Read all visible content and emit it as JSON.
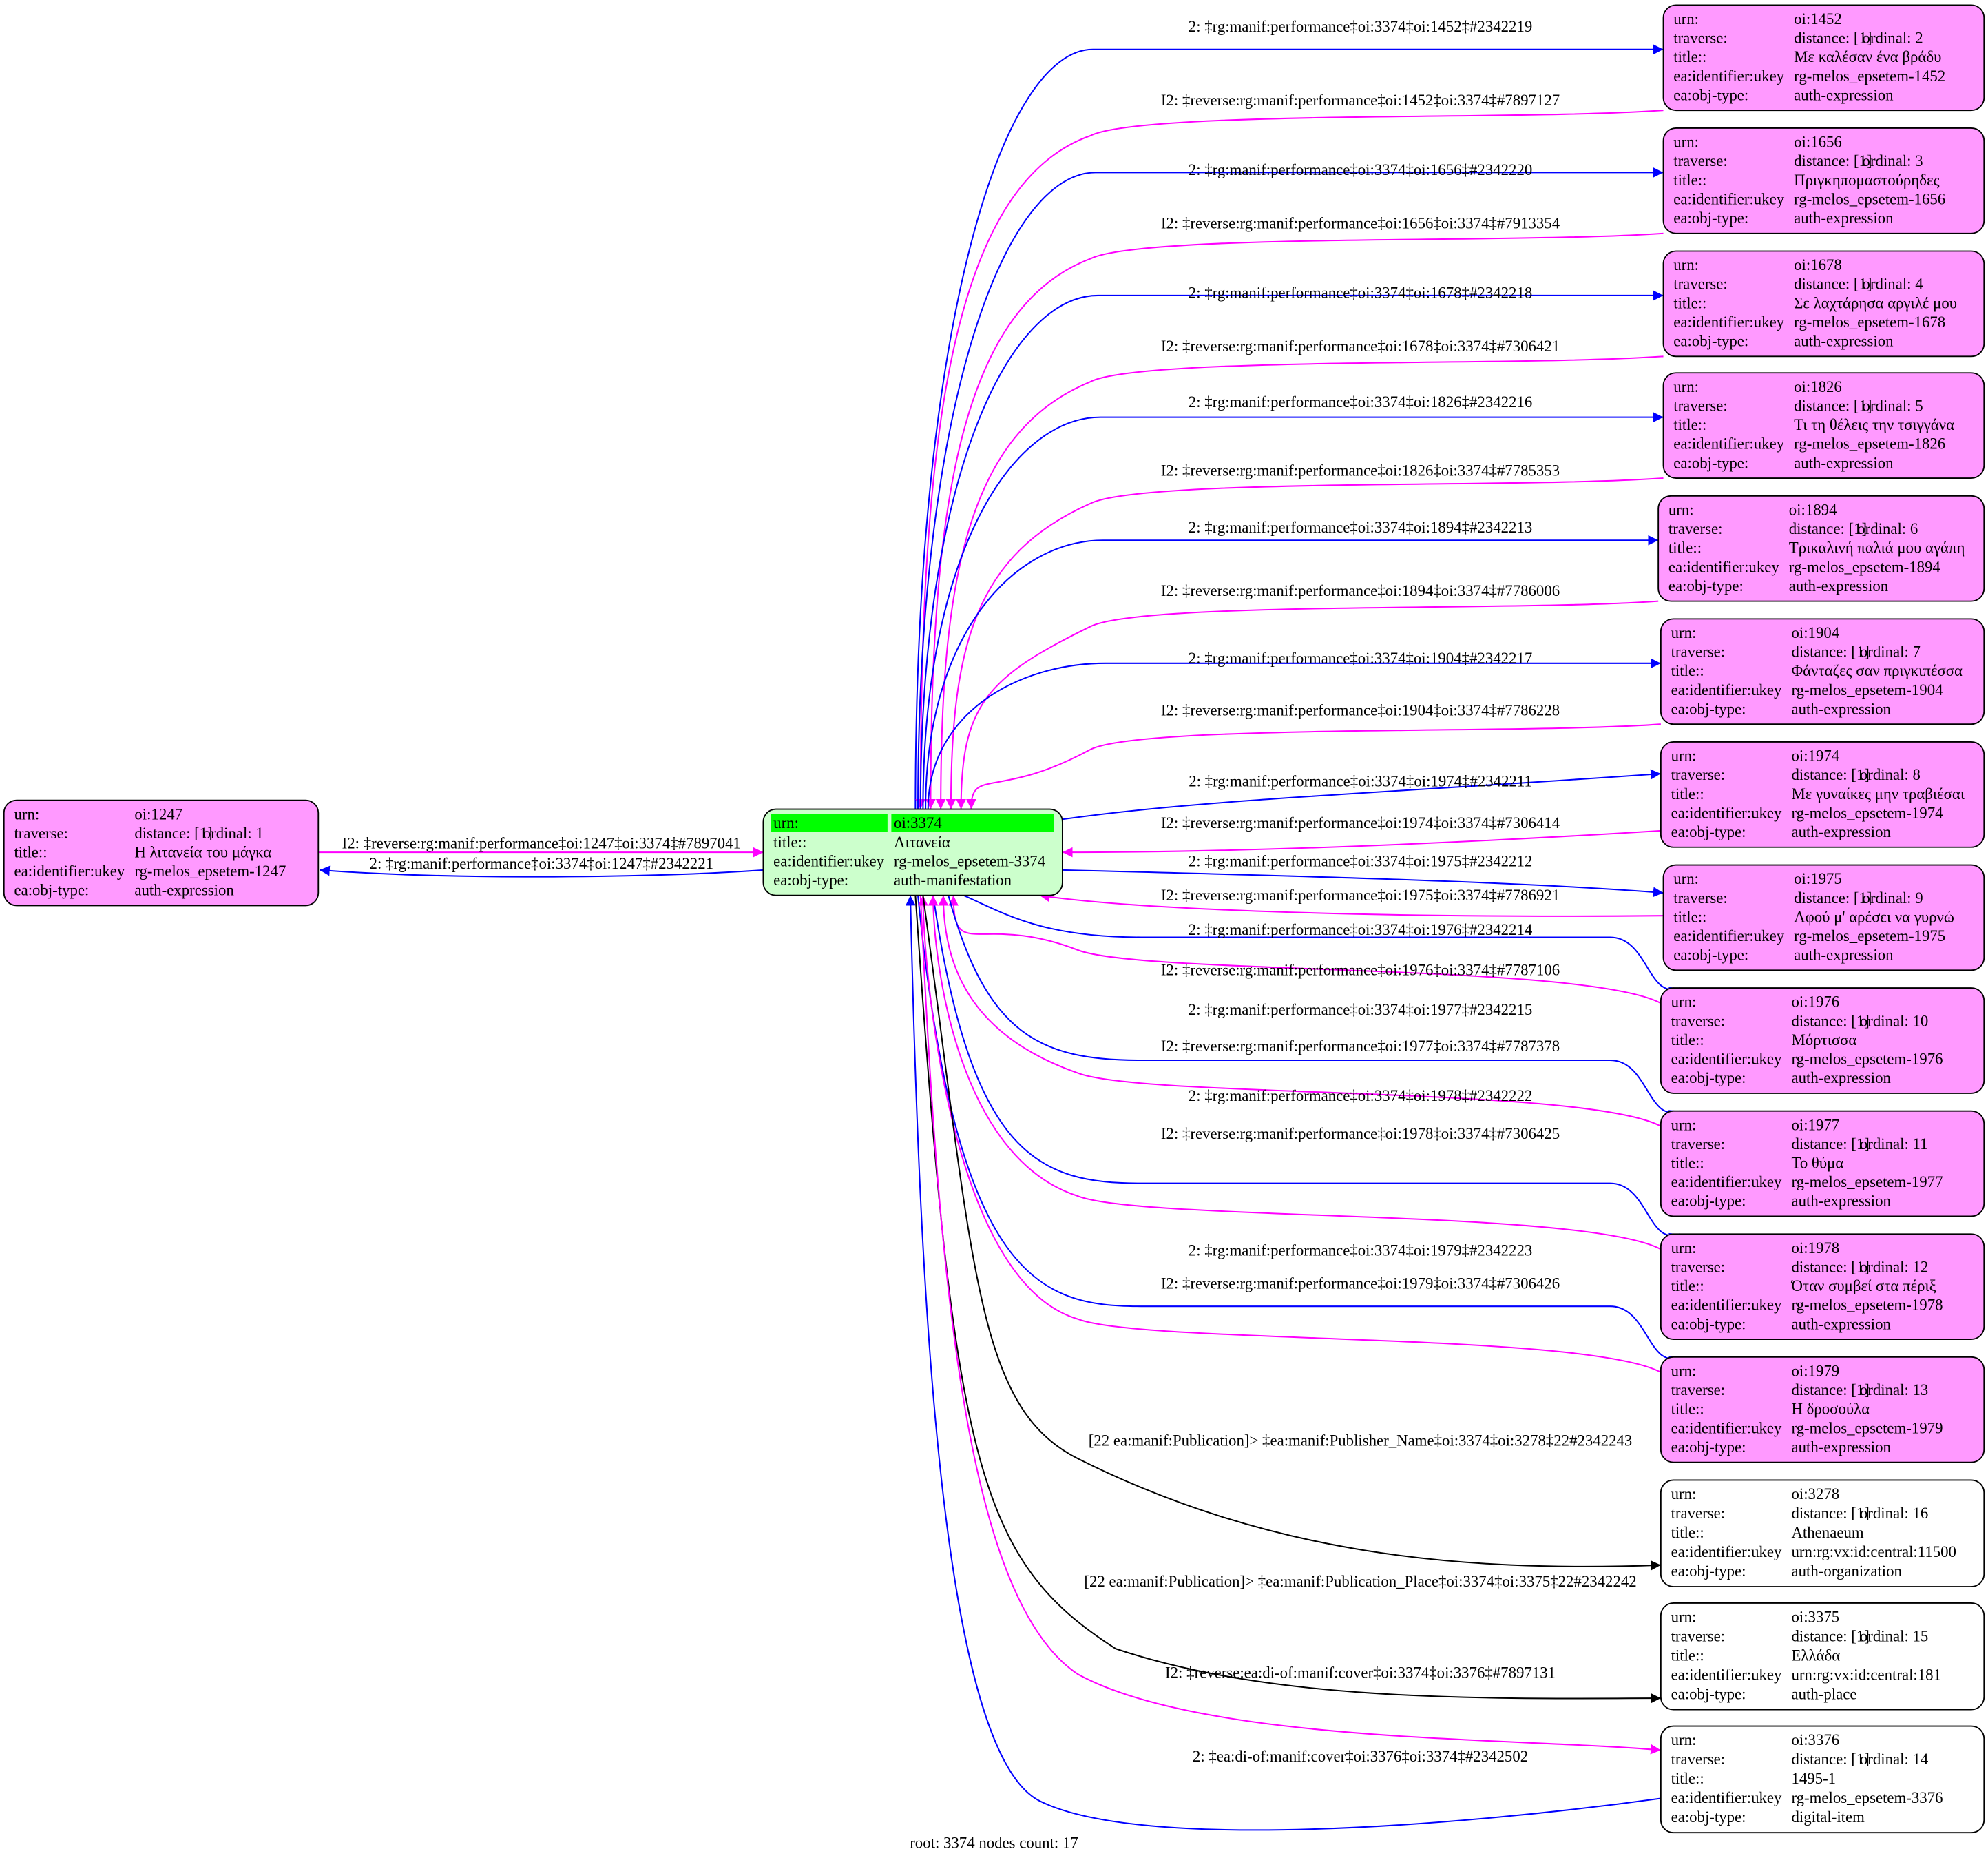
{
  "colors": {
    "expression_fill": "#ff99ff",
    "manifestation_fill": "#ccffcc",
    "root_highlight": "#00ff00",
    "plain_fill": "#ffffff",
    "forward_edge": "#0000ff",
    "reverse_edge": "#ff00ff",
    "publication_edge": "#000000"
  },
  "row_labels": {
    "urn": "urn:",
    "traverse": "traverse:",
    "title": "title::",
    "ukey": "ea:identifier:ukey",
    "obj_type": "ea:obj-type:"
  },
  "root": {
    "urn": "oi:3374",
    "title": "Λιτανεία",
    "ukey": "rg-melos_epsetem-3374",
    "obj_type": "auth-manifestation"
  },
  "nodes": [
    {
      "id": "1247",
      "urn": "oi:1247",
      "distance": "distance: [1]",
      "ordinal": "ordinal: 1",
      "title": "Η λιτανεία του μάγκα",
      "ukey": "rg-melos_epsetem-1247",
      "obj_type": "auth-expression",
      "kind": "expression"
    },
    {
      "id": "1452",
      "urn": "oi:1452",
      "distance": "distance: [1]",
      "ordinal": "ordinal: 2",
      "title": "Με καλέσαν ένα βράδυ",
      "ukey": "rg-melos_epsetem-1452",
      "obj_type": "auth-expression",
      "kind": "expression"
    },
    {
      "id": "1656",
      "urn": "oi:1656",
      "distance": "distance: [1]",
      "ordinal": "ordinal: 3",
      "title": "Πριγκηπομαστούρηδες",
      "ukey": "rg-melos_epsetem-1656",
      "obj_type": "auth-expression",
      "kind": "expression"
    },
    {
      "id": "1678",
      "urn": "oi:1678",
      "distance": "distance: [1]",
      "ordinal": "ordinal: 4",
      "title": "Σε λαχτάρησα αργιλέ μου",
      "ukey": "rg-melos_epsetem-1678",
      "obj_type": "auth-expression",
      "kind": "expression"
    },
    {
      "id": "1826",
      "urn": "oi:1826",
      "distance": "distance: [1]",
      "ordinal": "ordinal: 5",
      "title": "Τι τη θέλεις την τσιγγάνα",
      "ukey": "rg-melos_epsetem-1826",
      "obj_type": "auth-expression",
      "kind": "expression"
    },
    {
      "id": "1894",
      "urn": "oi:1894",
      "distance": "distance: [1]",
      "ordinal": "ordinal: 6",
      "title": "Τρικαλινή παλιά μου αγάπη",
      "ukey": "rg-melos_epsetem-1894",
      "obj_type": "auth-expression",
      "kind": "expression"
    },
    {
      "id": "1904",
      "urn": "oi:1904",
      "distance": "distance: [1]",
      "ordinal": "ordinal: 7",
      "title": "Φάνταζες σαν πριγκιπέσσα",
      "ukey": "rg-melos_epsetem-1904",
      "obj_type": "auth-expression",
      "kind": "expression"
    },
    {
      "id": "1974",
      "urn": "oi:1974",
      "distance": "distance: [1]",
      "ordinal": "ordinal: 8",
      "title": "Με γυναίκες μην τραβιέσαι",
      "ukey": "rg-melos_epsetem-1974",
      "obj_type": "auth-expression",
      "kind": "expression"
    },
    {
      "id": "1975",
      "urn": "oi:1975",
      "distance": "distance: [1]",
      "ordinal": "ordinal: 9",
      "title": "Αφού μ' αρέσει να γυρνώ",
      "ukey": "rg-melos_epsetem-1975",
      "obj_type": "auth-expression",
      "kind": "expression"
    },
    {
      "id": "1976",
      "urn": "oi:1976",
      "distance": "distance: [1]",
      "ordinal": "ordinal: 10",
      "title": "Μόρτισσα",
      "ukey": "rg-melos_epsetem-1976",
      "obj_type": "auth-expression",
      "kind": "expression"
    },
    {
      "id": "1977",
      "urn": "oi:1977",
      "distance": "distance: [1]",
      "ordinal": "ordinal: 11",
      "title": "Το θύμα",
      "ukey": "rg-melos_epsetem-1977",
      "obj_type": "auth-expression",
      "kind": "expression"
    },
    {
      "id": "1978",
      "urn": "oi:1978",
      "distance": "distance: [1]",
      "ordinal": "ordinal: 12",
      "title": "Όταν συμβεί στα πέριξ",
      "ukey": "rg-melos_epsetem-1978",
      "obj_type": "auth-expression",
      "kind": "expression"
    },
    {
      "id": "1979",
      "urn": "oi:1979",
      "distance": "distance: [1]",
      "ordinal": "ordinal: 13",
      "title": "Η δροσούλα",
      "ukey": "rg-melos_epsetem-1979",
      "obj_type": "auth-expression",
      "kind": "expression"
    },
    {
      "id": "3278",
      "urn": "oi:3278",
      "distance": "distance: [1]",
      "ordinal": "ordinal: 16",
      "title": "Athenaeum",
      "ukey": "urn:rg:vx:id:central:11500",
      "obj_type": "auth-organization",
      "kind": "plain"
    },
    {
      "id": "3375",
      "urn": "oi:3375",
      "distance": "distance: [1]",
      "ordinal": "ordinal: 15",
      "title": "Ελλάδα",
      "ukey": "urn:rg:vx:id:central:181",
      "obj_type": "auth-place",
      "kind": "plain"
    },
    {
      "id": "3376",
      "urn": "oi:3376",
      "distance": "distance: [1]",
      "ordinal": "ordinal: 14",
      "title": "1495-1",
      "ukey": "rg-melos_epsetem-3376",
      "obj_type": "digital-item",
      "kind": "plain"
    }
  ],
  "edges": [
    {
      "node": "1247",
      "kind": "reverse",
      "label": "I2: ‡reverse:rg:manif:performance‡oi:1247‡oi:3374‡#7897041"
    },
    {
      "node": "1247",
      "kind": "forward",
      "label": "2: ‡rg:manif:performance‡oi:3374‡oi:1247‡#2342221"
    },
    {
      "node": "1452",
      "kind": "forward",
      "label": "2: ‡rg:manif:performance‡oi:3374‡oi:1452‡#2342219"
    },
    {
      "node": "1452",
      "kind": "reverse",
      "label": "I2: ‡reverse:rg:manif:performance‡oi:1452‡oi:3374‡#7897127"
    },
    {
      "node": "1656",
      "kind": "forward",
      "label": "2: ‡rg:manif:performance‡oi:3374‡oi:1656‡#2342220"
    },
    {
      "node": "1656",
      "kind": "reverse",
      "label": "I2: ‡reverse:rg:manif:performance‡oi:1656‡oi:3374‡#7913354"
    },
    {
      "node": "1678",
      "kind": "forward",
      "label": "2: ‡rg:manif:performance‡oi:3374‡oi:1678‡#2342218"
    },
    {
      "node": "1678",
      "kind": "reverse",
      "label": "I2: ‡reverse:rg:manif:performance‡oi:1678‡oi:3374‡#7306421"
    },
    {
      "node": "1826",
      "kind": "forward",
      "label": "2: ‡rg:manif:performance‡oi:3374‡oi:1826‡#2342216"
    },
    {
      "node": "1826",
      "kind": "reverse",
      "label": "I2: ‡reverse:rg:manif:performance‡oi:1826‡oi:3374‡#7785353"
    },
    {
      "node": "1894",
      "kind": "forward",
      "label": "2: ‡rg:manif:performance‡oi:3374‡oi:1894‡#2342213"
    },
    {
      "node": "1894",
      "kind": "reverse",
      "label": "I2: ‡reverse:rg:manif:performance‡oi:1894‡oi:3374‡#7786006"
    },
    {
      "node": "1904",
      "kind": "forward",
      "label": "2: ‡rg:manif:performance‡oi:3374‡oi:1904‡#2342217"
    },
    {
      "node": "1904",
      "kind": "reverse",
      "label": "I2: ‡reverse:rg:manif:performance‡oi:1904‡oi:3374‡#7786228"
    },
    {
      "node": "1974",
      "kind": "forward",
      "label": "2: ‡rg:manif:performance‡oi:3374‡oi:1974‡#2342211"
    },
    {
      "node": "1974",
      "kind": "reverse",
      "label": "I2: ‡reverse:rg:manif:performance‡oi:1974‡oi:3374‡#7306414"
    },
    {
      "node": "1975",
      "kind": "forward",
      "label": "2: ‡rg:manif:performance‡oi:3374‡oi:1975‡#2342212"
    },
    {
      "node": "1975",
      "kind": "reverse",
      "label": "I2: ‡reverse:rg:manif:performance‡oi:1975‡oi:3374‡#7786921"
    },
    {
      "node": "1976",
      "kind": "forward",
      "label": "2: ‡rg:manif:performance‡oi:3374‡oi:1976‡#2342214"
    },
    {
      "node": "1976",
      "kind": "reverse",
      "label": "I2: ‡reverse:rg:manif:performance‡oi:1976‡oi:3374‡#7787106"
    },
    {
      "node": "1977",
      "kind": "forward",
      "label": "2: ‡rg:manif:performance‡oi:3374‡oi:1977‡#2342215"
    },
    {
      "node": "1977",
      "kind": "reverse",
      "label": "I2: ‡reverse:rg:manif:performance‡oi:1977‡oi:3374‡#7787378"
    },
    {
      "node": "1978",
      "kind": "forward",
      "label": "2: ‡rg:manif:performance‡oi:3374‡oi:1978‡#2342222"
    },
    {
      "node": "1978",
      "kind": "reverse",
      "label": "I2: ‡reverse:rg:manif:performance‡oi:1978‡oi:3374‡#7306425"
    },
    {
      "node": "1979",
      "kind": "forward",
      "label": "2: ‡rg:manif:performance‡oi:3374‡oi:1979‡#2342223"
    },
    {
      "node": "1979",
      "kind": "reverse",
      "label": "I2: ‡reverse:rg:manif:performance‡oi:1979‡oi:3374‡#7306426"
    },
    {
      "node": "3278",
      "kind": "publication",
      "label": "[22 ea:manif:Publication]> ‡ea:manif:Publisher_Name‡oi:3374‡oi:3278‡22#2342243"
    },
    {
      "node": "3375",
      "kind": "publication",
      "label": "[22 ea:manif:Publication]> ‡ea:manif:Publication_Place‡oi:3374‡oi:3375‡22#2342242"
    },
    {
      "node": "3376",
      "kind": "reverse_out",
      "label": "I2: ‡reverse:ea:di-of:manif:cover‡oi:3374‡oi:3376‡#7897131"
    },
    {
      "node": "3376",
      "kind": "forward_in",
      "label": "2: ‡ea:di-of:manif:cover‡oi:3376‡oi:3374‡#2342502"
    }
  ],
  "footer": "root: 3374 nodes count: 17"
}
